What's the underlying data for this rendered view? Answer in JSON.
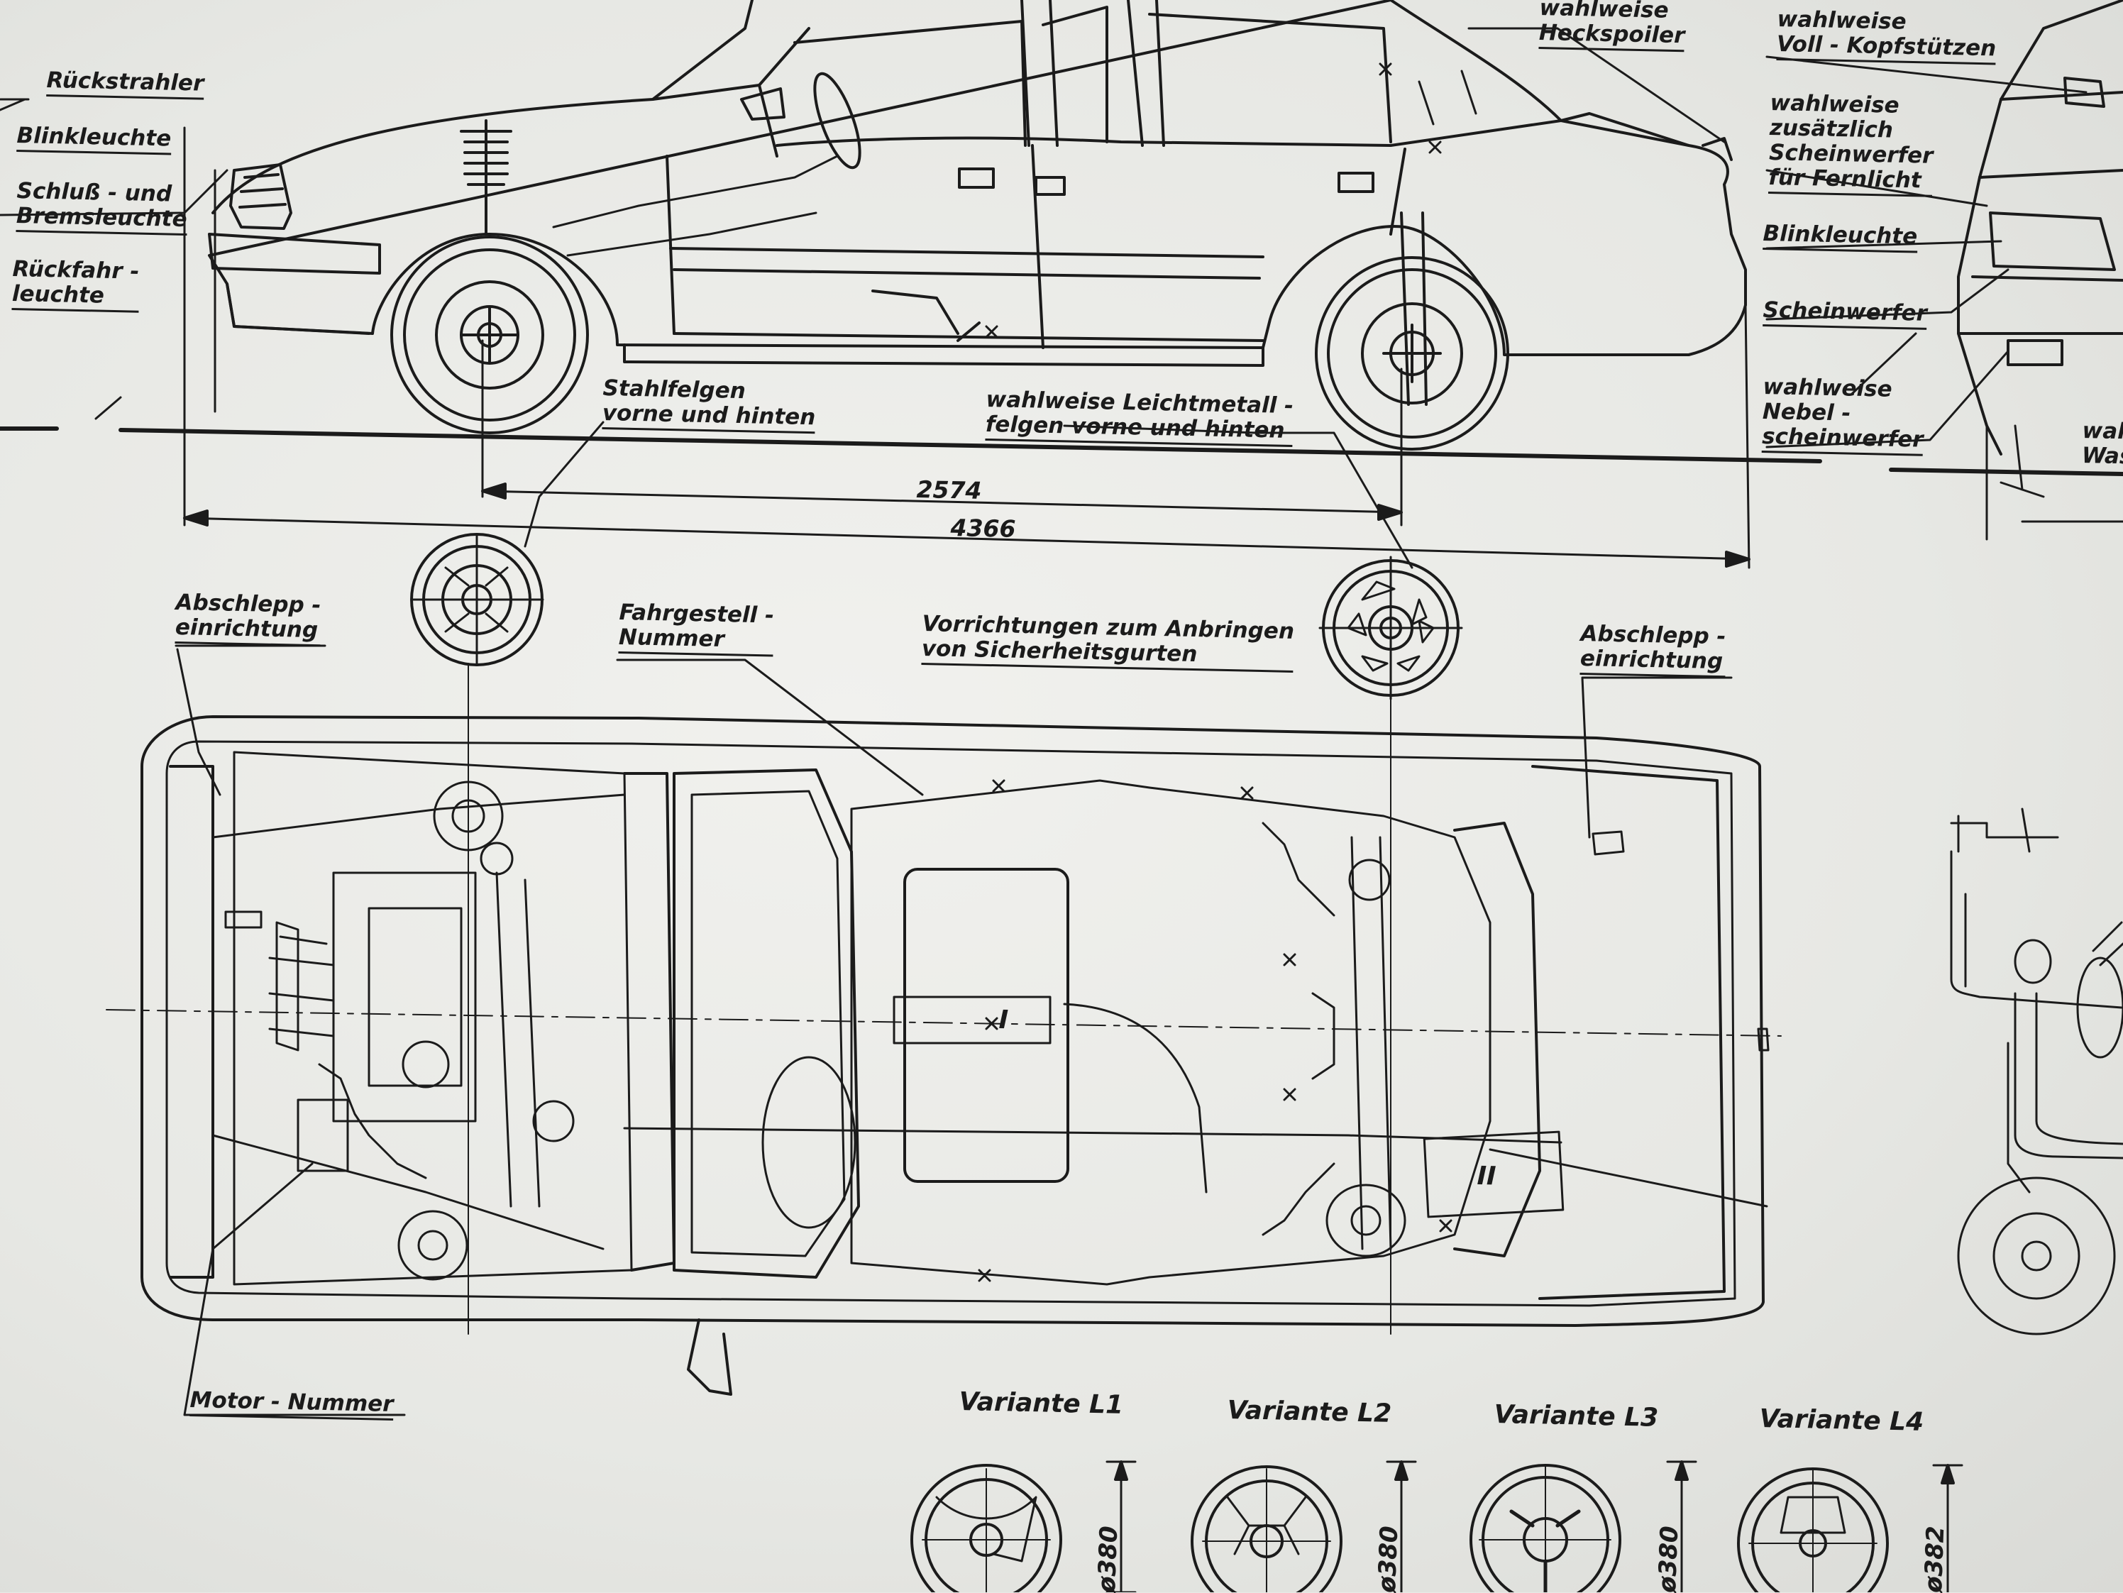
{
  "labels": {
    "rueckstrahler": "Rückstrahler",
    "blinkleuchte_rear": "Blinkleuchte",
    "schluss_bremsleuchte": "Schluß - und\nBremsleuchte",
    "rueckfahrleuchte": "Rückfahr -\nleuchte",
    "stahlfelgen": "Stahlfelgen\nvorne und hinten",
    "leichtmetallfelgen": "wahlweise Leichtmetall -\nfelgen vorne und hinten",
    "heckspoiler": "wahlweise\nHeckspoiler",
    "kopfstuetzen": "wahlweise\nVoll - Kopfstützen",
    "fernlicht": "wahlweise\nzusätzlich\nScheinwerfer\nfür Fernlicht",
    "blinkleuchte_front": "Blinkleuchte",
    "scheinwerfer": "Scheinwerfer",
    "nebelscheinwerfer": "wahlweise\nNebel -\nscheinwerfer",
    "cut_wah": "wah\nWas",
    "abschlepp_left": "Abschlepp -\neinrichtung",
    "fahrgestell": "Fahrgestell -\nNummer",
    "sicherheitsgurte": "Vorrichtungen zum Anbringen\nvon Sicherheitsgurten",
    "abschlepp_right": "Abschlepp -\neinrichtung",
    "motor_nummer": "Motor - Nummer",
    "roman_1": "I",
    "roman_2": "II"
  },
  "dimensions": {
    "wheelbase": "2574",
    "length": "4366"
  },
  "variants": [
    {
      "label": "Variante   L1",
      "diameter": "ø380"
    },
    {
      "label": "Variante   L2",
      "diameter": "ø380"
    },
    {
      "label": "Variante   L3",
      "diameter": "ø380"
    },
    {
      "label": "Variante   L4",
      "diameter": "ø382"
    }
  ],
  "colors": {
    "ink": "#1b1b1b",
    "paper": "#ecedea"
  }
}
